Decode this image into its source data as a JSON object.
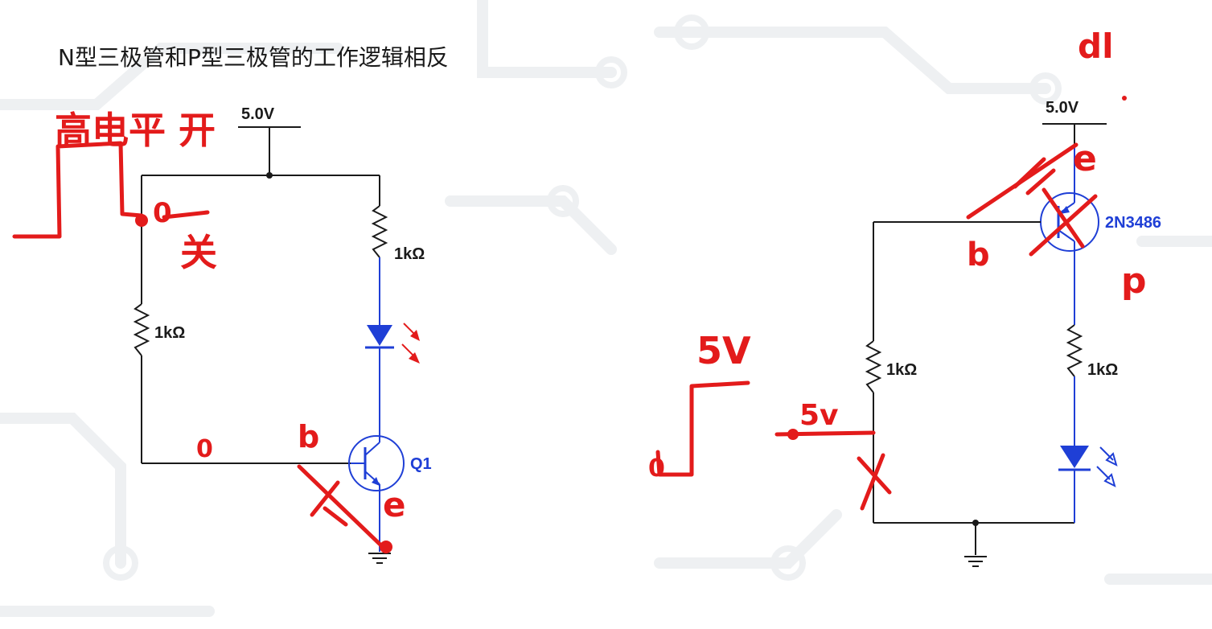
{
  "title": "N型三极管和P型三极管的工作逻辑相反",
  "circuit_left": {
    "supply_label": "5.0V",
    "resistor_top_label": "1kΩ",
    "resistor_left_label": "1kΩ",
    "transistor_label": "Q1"
  },
  "circuit_right": {
    "supply_label": "5.0V",
    "transistor_label": "2N3486",
    "resistor_left_label": "1kΩ",
    "resistor_right_label": "1kΩ"
  },
  "handwriting": {
    "left_top_note": "高电平 开",
    "left_node_zero": "0",
    "left_node_note": "关",
    "left_base_zero": "0",
    "left_base_b": "b",
    "left_emitter_e": "e",
    "right_top_note": "dl",
    "right_emitter_e": "e",
    "right_base_b": "b",
    "right_type_p": "p",
    "right_wave_top": "5V",
    "right_input_5v": "5v",
    "right_wave_zero": "0"
  },
  "colors": {
    "wire": "#1a1a1a",
    "component_blue": "#1f3fd6",
    "led_arrow_red": "#e31b1b",
    "annotation_red": "#e31b1b",
    "background_pattern": "#eef0f2"
  },
  "icons": [
    "resistor-icon",
    "led-icon",
    "npn-transistor-icon",
    "pnp-transistor-icon",
    "ground-icon"
  ]
}
